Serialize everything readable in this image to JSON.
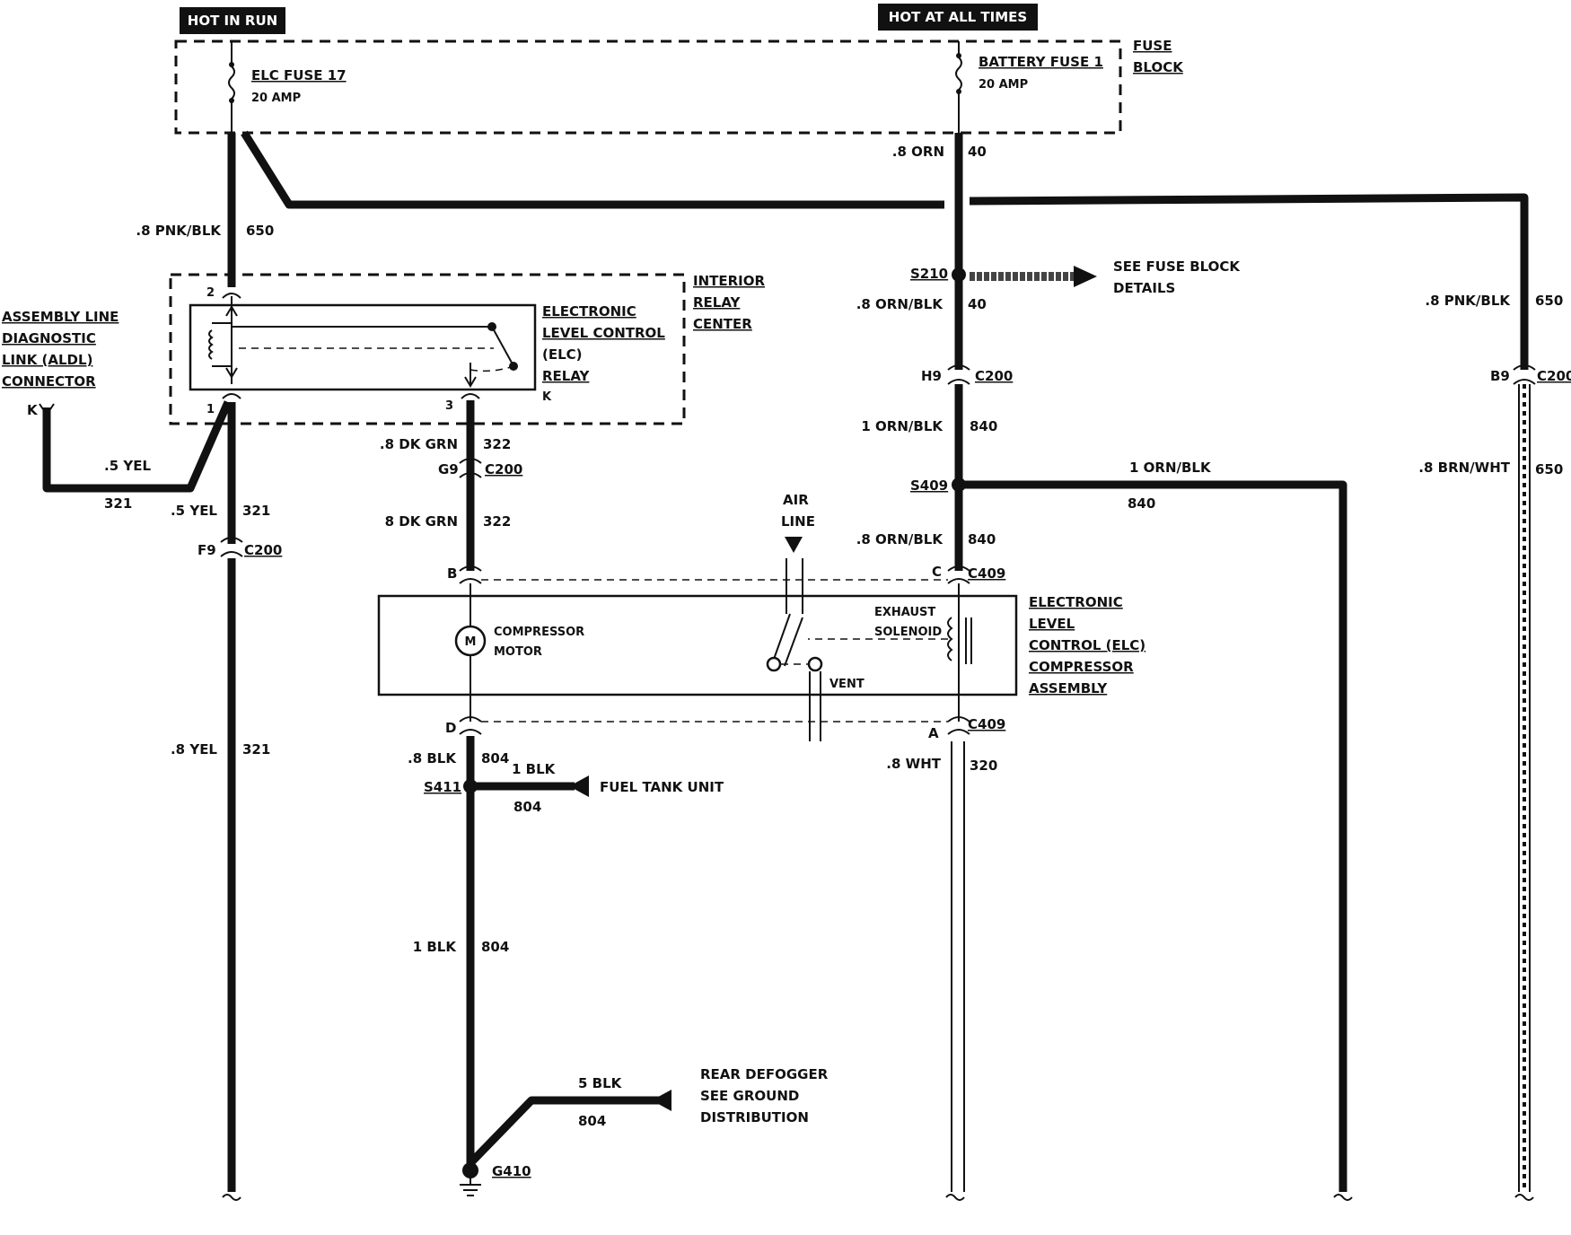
{
  "power": {
    "hot_in_run": "HOT IN RUN",
    "hot_at_all_times": "HOT AT ALL TIMES"
  },
  "fuse_block": {
    "label_line1": "FUSE",
    "label_line2": "BLOCK",
    "elc_fuse_name": "ELC FUSE 17",
    "elc_fuse_rating": "20 AMP",
    "battery_fuse_name": "BATTERY FUSE 1",
    "battery_fuse_rating": "20 AMP"
  },
  "relay_center": {
    "label_line1": "INTERIOR",
    "label_line2": "RELAY",
    "label_line3": "CENTER",
    "relay_line1": "ELECTRONIC",
    "relay_line2": "LEVEL CONTROL",
    "relay_line3": "(ELC)",
    "relay_line4": "RELAY",
    "relay_pin_letter": "K",
    "pin_2": "2",
    "pin_1": "1",
    "pin_3": "3"
  },
  "aldl": {
    "line1": "ASSEMBLY LINE",
    "line2": "DIAGNOSTIC",
    "line3": "LINK (ALDL)",
    "line4": "CONNECTOR",
    "pin": "K"
  },
  "compressor_assembly": {
    "line1": "ELECTRONIC",
    "line2": "LEVEL",
    "line3": "CONTROL (ELC)",
    "line4": "COMPRESSOR",
    "line5": "ASSEMBLY",
    "motor_line1": "COMPRESSOR",
    "motor_line2": "MOTOR",
    "motor_symbol": "M",
    "solenoid_line1": "EXHAUST",
    "solenoid_line2": "SOLENOID",
    "air_line1": "AIR",
    "air_line2": "LINE",
    "vent": "VENT"
  },
  "splices": {
    "s210": "S210",
    "s409": "S409",
    "s411": "S411",
    "g410": "G410",
    "see_fuse_block_1": "SEE FUSE BLOCK",
    "see_fuse_block_2": "DETAILS",
    "fuel_tank_unit": "FUEL TANK UNIT",
    "rear_defogger_1": "REAR DEFOGGER",
    "rear_defogger_2": "SEE GROUND",
    "rear_defogger_3": "DISTRIBUTION"
  },
  "connectors": {
    "f9": "F9",
    "g9": "G9",
    "h9": "H9",
    "b9": "B9",
    "c200_a": "C200",
    "c200_b": "C200",
    "c200_c": "C200",
    "c200_d": "C200",
    "c409_top": "C409",
    "c409_bottom": "C409",
    "pin_b": "B",
    "pin_c": "C",
    "pin_d": "D",
    "pin_a": "A"
  },
  "wires": {
    "w_8orn": ".8 ORN",
    "w_40a": "40",
    "w_8pnkblk_left": ".8 PNK/BLK",
    "w_650a": "650",
    "w_8ornblk_top": ".8 ORN/BLK",
    "w_40b": "40",
    "w_1ornblk_v": "1 ORN/BLK",
    "w_840a": "840",
    "w_1ornblk_h": "1 ORN/BLK",
    "w_840b": "840",
    "w_8ornblk_mid": ".8 ORN/BLK",
    "w_840c": "840",
    "w_8pnkblk_right": ".8 PNK/BLK",
    "w_650b": "650",
    "w_8brnwht": ".8 BRN/WHT",
    "w_650c": "650",
    "w_5yel_h": ".5 YEL",
    "w_321a": "321",
    "w_5yel_v": ".5 YEL",
    "w_321b": "321",
    "w_8yel": ".8 YEL",
    "w_321c": "321",
    "w_8dkgrn_top": ".8 DK GRN",
    "w_322a": "322",
    "w_8dkgrn_mid": "8 DK GRN",
    "w_322b": "322",
    "w_8blk": ".8 BLK",
    "w_804a": "804",
    "w_1blk_fuel": "1 BLK",
    "w_804b": "804",
    "w_1blk_v": "1 BLK",
    "w_804c": "804",
    "w_5blk": "5 BLK",
    "w_804d": "804",
    "w_8wht": ".8 WHT",
    "w_320": "320"
  },
  "icons": [
    "fuse-icon",
    "motor-icon",
    "solenoid-coil-icon",
    "ground-icon",
    "arrow-right-icon",
    "arrow-left-icon",
    "arrow-down-icon",
    "break-tilde-icon",
    "relay-coil-icon"
  ]
}
